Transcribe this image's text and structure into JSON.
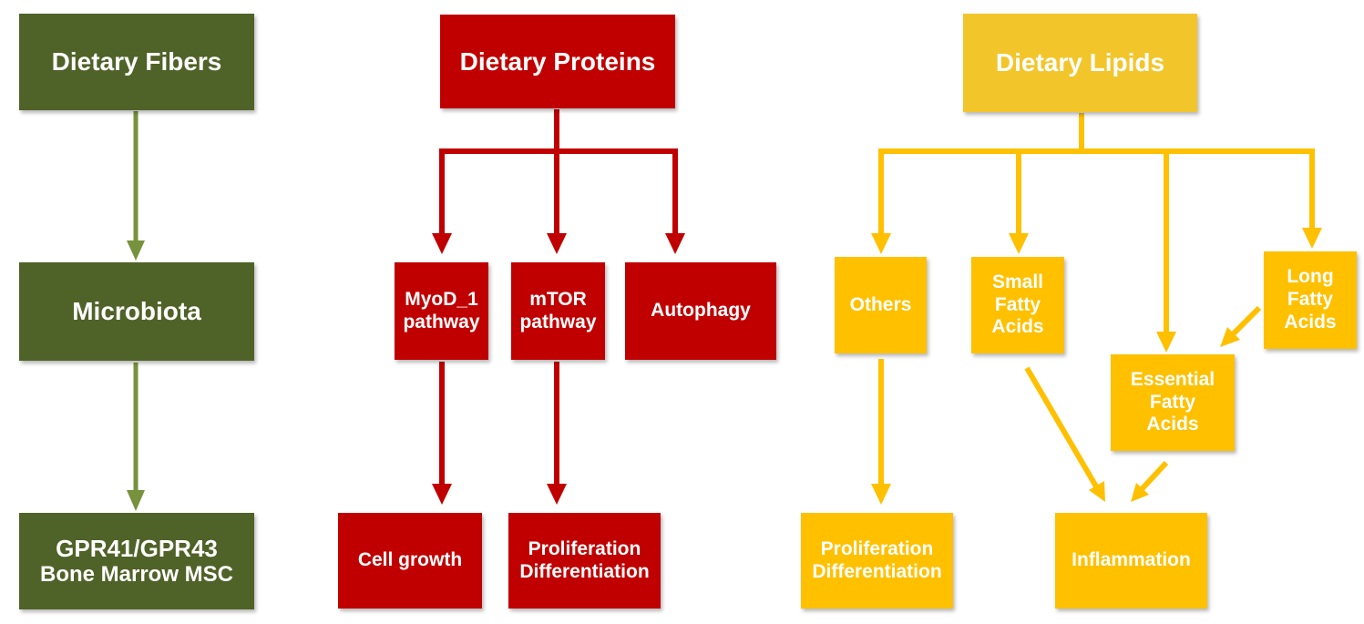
{
  "colors": {
    "green_box": "#4f6228",
    "green_arrow": "#76923c",
    "red_box": "#c00000",
    "yellow_box": "#ffc000",
    "yellow_top_box": "#f2c52b",
    "text": "#ffffff"
  },
  "fibers": {
    "title": "Dietary Fibers",
    "microbiota": "Microbiota",
    "receptor_line1": "GPR41/GPR43",
    "receptor_line2": "Bone Marrow MSC"
  },
  "proteins": {
    "title": "Dietary Proteins",
    "myod_line1": "MyoD_1",
    "myod_line2": "pathway",
    "mtor_line1": "mTOR",
    "mtor_line2": "pathway",
    "autophagy": "Autophagy",
    "cell_growth": "Cell growth",
    "prolif_line1": "Proliferation",
    "prolif_line2": "Differentiation"
  },
  "lipids": {
    "title": "Dietary Lipids",
    "others": "Others",
    "small_line1": "Small",
    "small_line2": "Fatty",
    "small_line3": "Acids",
    "long_line1": "Long",
    "long_line2": "Fatty",
    "long_line3": "Acids",
    "essential_line1": "Essential",
    "essential_line2": "Fatty",
    "essential_line3": "Acids",
    "prolif_line1": "Proliferation",
    "prolif_line2": "Differentiation",
    "inflammation": "Inflammation"
  }
}
